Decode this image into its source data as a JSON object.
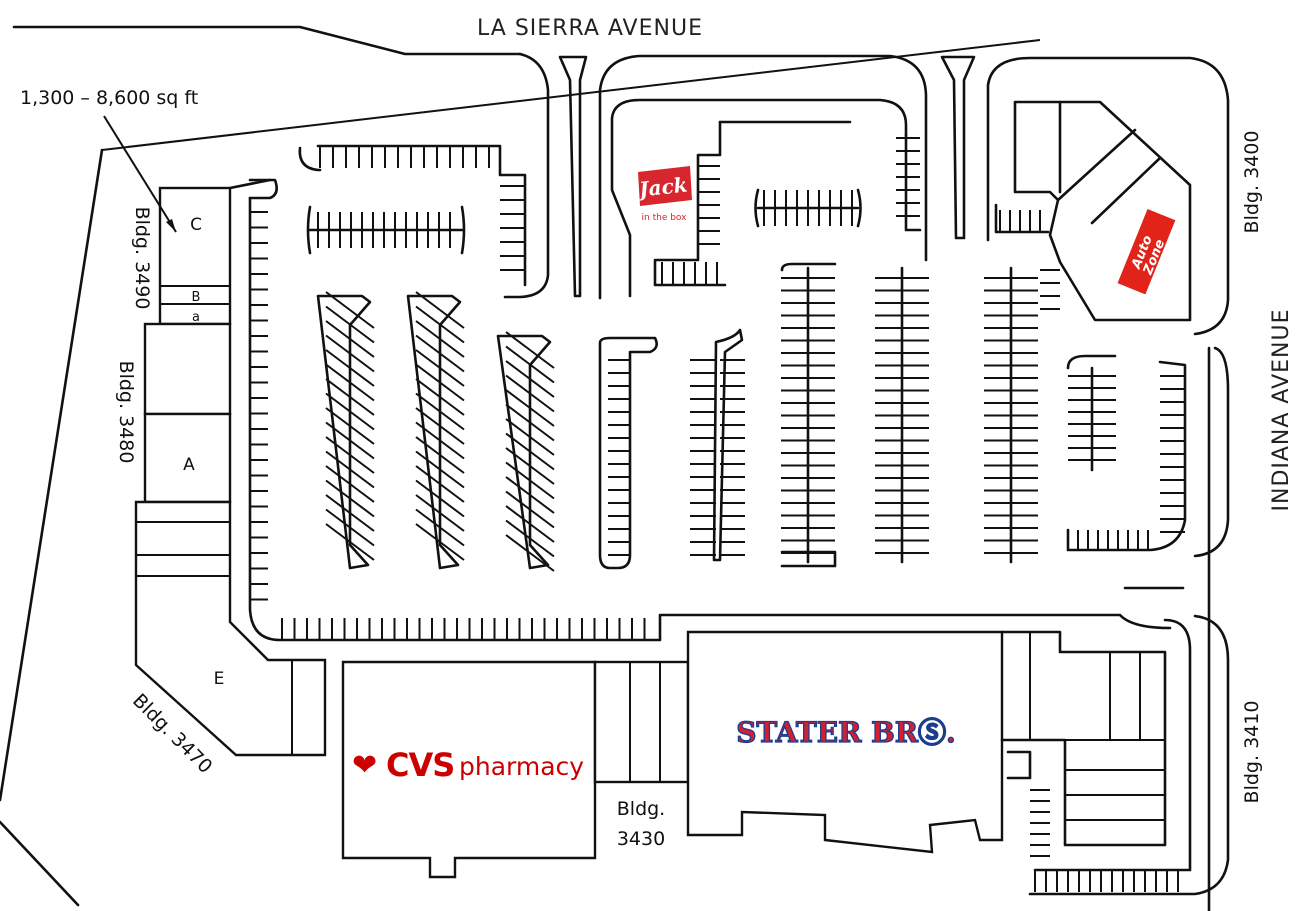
{
  "streets": {
    "north": "LA SIERRA AVENUE",
    "east": "INDIANA AVENUE"
  },
  "callout": {
    "text": "1,300 – 8,600 sq ft"
  },
  "buildings": {
    "bldg_3490": "Bldg. 3490",
    "bldg_3480": "Bldg. 3480",
    "bldg_3470": "Bldg. 3470",
    "bldg_3400": "Bldg. 3400",
    "bldg_3410": "Bldg. 3410",
    "bldg_3430_line1": "Bldg.",
    "bldg_3430_line2": "3430"
  },
  "units": {
    "c": "C",
    "b": "B",
    "a_small": "a",
    "a": "A",
    "e": "E"
  },
  "tenants": {
    "jack": {
      "line1": "Jack",
      "line2": "in the box",
      "color": "#d7262e"
    },
    "autozone": {
      "line1": "Auto",
      "line2": "Zone",
      "color": "#e2231a"
    },
    "cvs": {
      "heart": "❤",
      "brand": "CVS",
      "suffix": "pharmacy",
      "color": "#cc0000"
    },
    "stater": {
      "name": "STATER BRⓈ.",
      "color": "#d31f2f",
      "outline": "#1c3d8f"
    }
  },
  "colors": {
    "line": "#111111",
    "hatch": "#555555"
  }
}
